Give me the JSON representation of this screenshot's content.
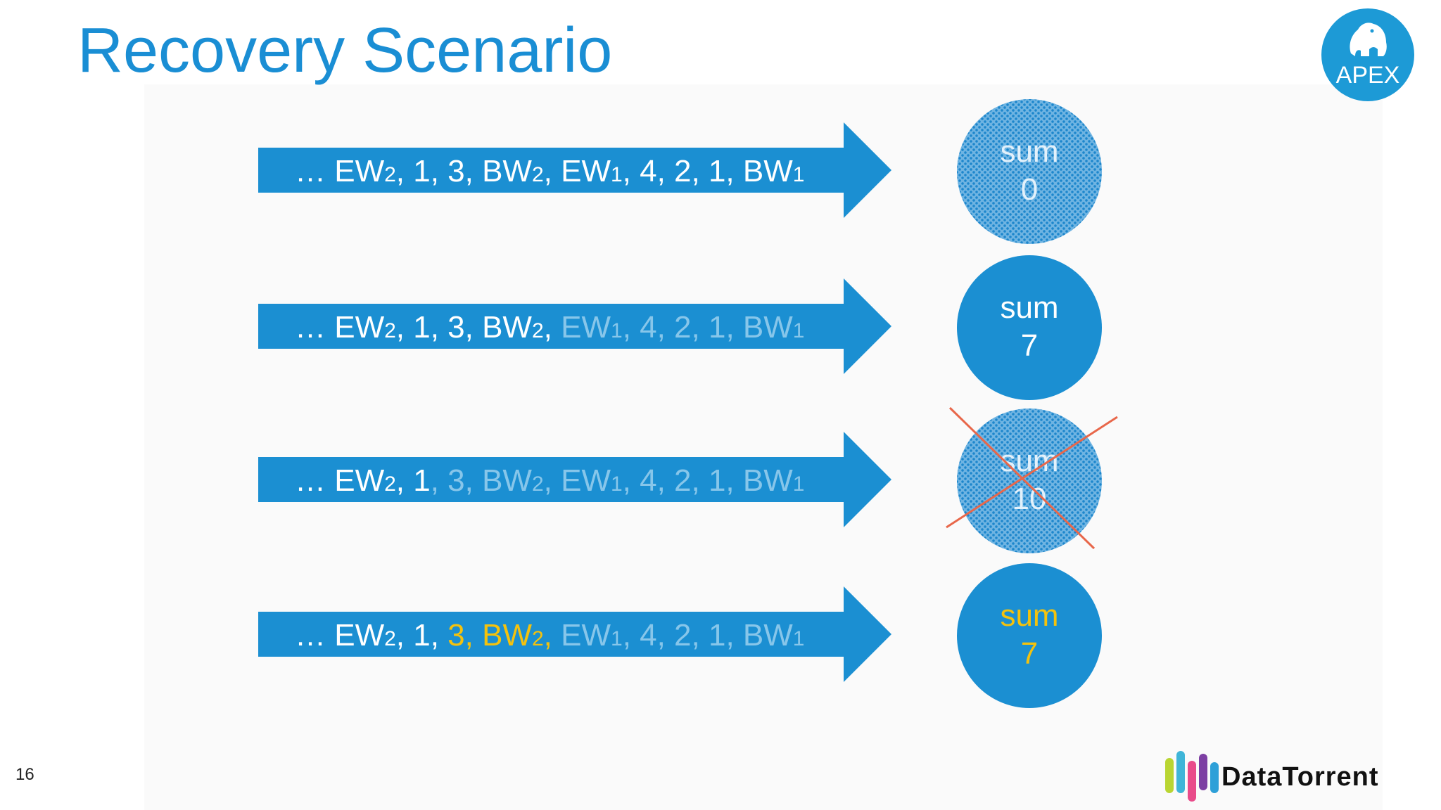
{
  "slide": {
    "title": "Recovery Scenario",
    "page_number": "16"
  },
  "logos": {
    "apex": "APEX",
    "company": "DataTorrent"
  },
  "rows": [
    {
      "tokens": [
        {
          "t": "… EW",
          "sub": "2",
          "style": "normal"
        },
        {
          "t": ", 1, 3, BW",
          "sub": "2",
          "style": "normal"
        },
        {
          "t": ", EW",
          "sub": "1",
          "style": "normal"
        },
        {
          "t": ", 4, 2, 1, BW",
          "sub": "1",
          "style": "normal"
        }
      ],
      "sum_label": "sum",
      "sum_value": "0",
      "circle_style": "pattern",
      "crossed": false
    },
    {
      "tokens": [
        {
          "t": "… EW",
          "sub": "2",
          "style": "normal"
        },
        {
          "t": ", 1, 3, BW",
          "sub": "2",
          "style": "normal"
        },
        {
          "t": ", ",
          "sub": "",
          "style": "normal"
        },
        {
          "t": "EW",
          "sub": "1",
          "style": "dim"
        },
        {
          "t": ", 4, 2, 1, BW",
          "sub": "1",
          "style": "dim"
        }
      ],
      "sum_label": "sum",
      "sum_value": "7",
      "circle_style": "solid",
      "crossed": false
    },
    {
      "tokens": [
        {
          "t": "… EW",
          "sub": "2",
          "style": "normal"
        },
        {
          "t": ", 1",
          "sub": "",
          "style": "normal"
        },
        {
          "t": ", 3, BW",
          "sub": "2",
          "style": "dim"
        },
        {
          "t": ", EW",
          "sub": "1",
          "style": "dim"
        },
        {
          "t": ", 4, 2, 1, BW",
          "sub": "1",
          "style": "dim"
        }
      ],
      "sum_label": "sum",
      "sum_value": "10",
      "circle_style": "pattern",
      "crossed": true
    },
    {
      "tokens": [
        {
          "t": "… EW",
          "sub": "2",
          "style": "normal"
        },
        {
          "t": ", 1, ",
          "sub": "",
          "style": "normal"
        },
        {
          "t": "3, BW",
          "sub": "2",
          "style": "hl"
        },
        {
          "t": ", ",
          "sub": "",
          "style": "hl"
        },
        {
          "t": "EW",
          "sub": "1",
          "style": "dim"
        },
        {
          "t": ", 4, 2, 1, BW",
          "sub": "1",
          "style": "dim"
        }
      ],
      "sum_label": "sum",
      "sum_value": "7",
      "circle_style": "highlight",
      "crossed": false
    }
  ],
  "colors": {
    "title": "#1a8ed4",
    "arrow": "#1b8fd2",
    "dim_text": "#87c6ea",
    "highlight": "#f4c20d",
    "cross": "#e8674a"
  }
}
